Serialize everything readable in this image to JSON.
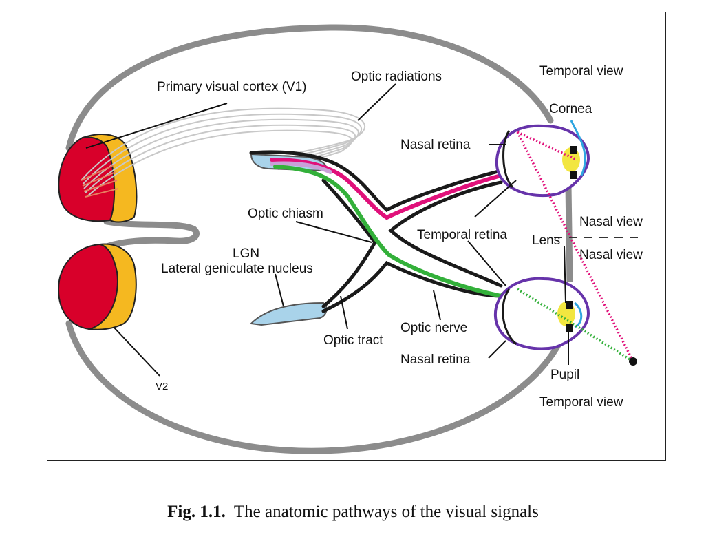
{
  "labels": {
    "primary_visual_cortex": "Primary  visual  cortex (V1)",
    "optic_radiations": "Optic radiations",
    "temporal_view_top": "Temporal view",
    "cornea": "Cornea",
    "nasal_retina_top": "Nasal retina",
    "optic_chiasm": "Optic chiasm",
    "temporal_retina": "Temporal retina",
    "lens": "Lens",
    "nasal_view_top": "Nasal view",
    "nasal_view_bottom": "Nasal view",
    "lgn": "LGN",
    "lateral_geniculate_nucleus": "Lateral geniculate nucleus",
    "optic_nerve": "Optic nerve",
    "optic_tract": "Optic tract",
    "nasal_retina_bottom": "Nasal retina",
    "pupil": "Pupil",
    "temporal_view_bottom": "Temporal view",
    "v2": "V2"
  },
  "caption": {
    "number": "Fig. 1.1.",
    "text": "The anatomic pathways of the visual signals"
  },
  "colors": {
    "brain_outline": "#8c8c8c",
    "v1_red": "#d8002a",
    "v2_orange": "#f5b820",
    "lgn_blue": "#a9d3ea",
    "nerve_black": "#1a1a1a",
    "pathway_magenta": "#e0107a",
    "pathway_green": "#33b03a",
    "pathway_purple": "#c9a0d8",
    "eye_outline": "#6633aa",
    "lens_yellow": "#f2e640",
    "cornea_blue": "#2ea5e0"
  }
}
